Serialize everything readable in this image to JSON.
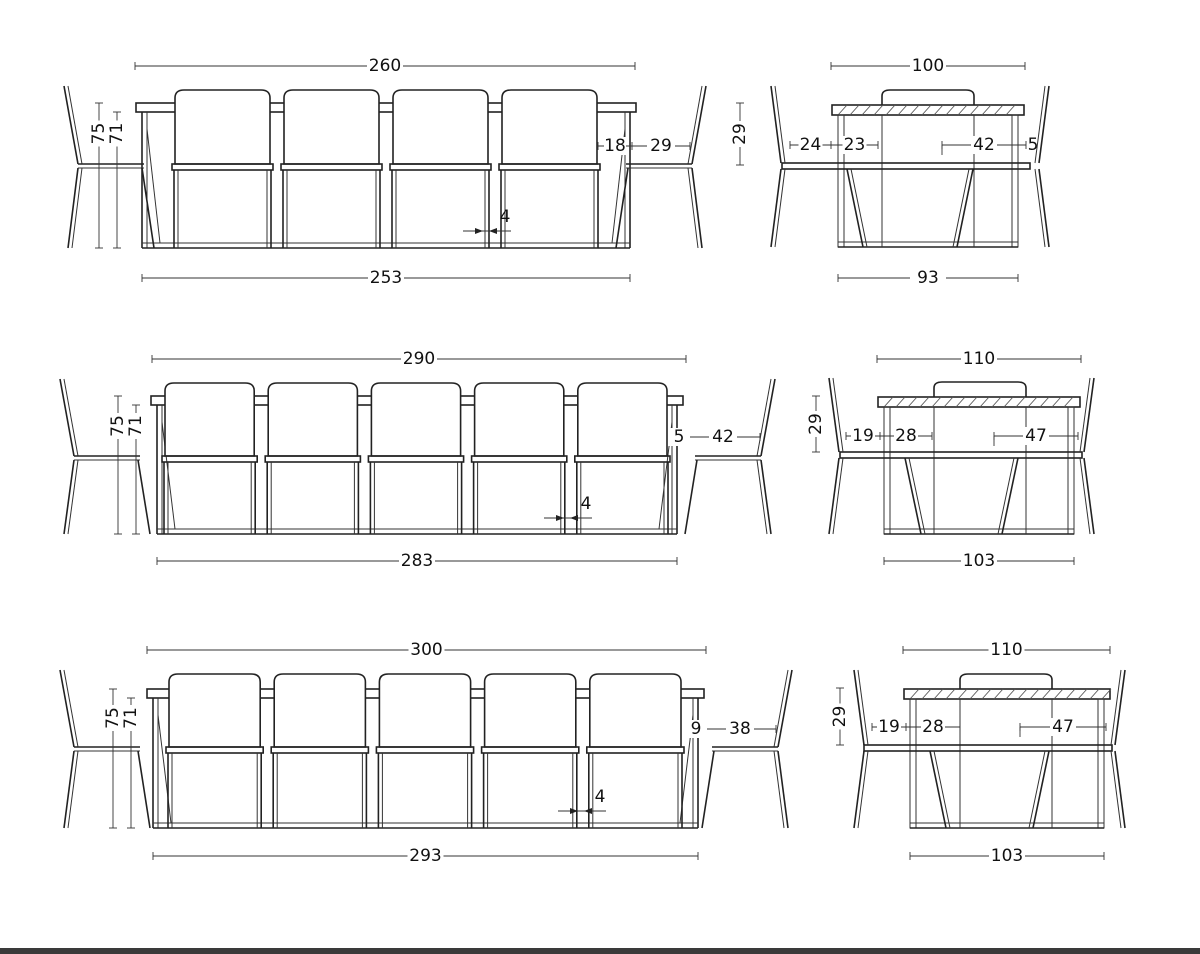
{
  "views": [
    {
      "name": "row-1",
      "side": {
        "chairs": 4,
        "overall_length": "260",
        "table_length": "253",
        "height": "75",
        "top_height": "71",
        "chair_gap": "4",
        "end_inset": "18",
        "end_offset": "29"
      },
      "end": {
        "overall_width": "100",
        "table_width": "93",
        "top_thickness": "29",
        "left_offset": "24",
        "left_inset": "23",
        "right_offset": "42",
        "right_inset": "5"
      }
    },
    {
      "name": "row-2",
      "side": {
        "chairs": 5,
        "overall_length": "290",
        "table_length": "283",
        "height": "75",
        "top_height": "71",
        "chair_gap": "4",
        "end_inset": "5",
        "end_offset": "42"
      },
      "end": {
        "overall_width": "110",
        "table_width": "103",
        "top_thickness": "29",
        "left_offset": "19",
        "left_inset": "28",
        "right_offset": "47",
        "right_inset": ""
      }
    },
    {
      "name": "row-3",
      "side": {
        "chairs": 5,
        "overall_length": "300",
        "table_length": "293",
        "height": "75",
        "top_height": "71",
        "chair_gap": "4",
        "end_inset": "9",
        "end_offset": "38"
      },
      "end": {
        "overall_width": "110",
        "table_width": "103",
        "top_thickness": "29",
        "left_offset": "19",
        "left_inset": "28",
        "right_offset": "47",
        "right_inset": ""
      }
    }
  ]
}
